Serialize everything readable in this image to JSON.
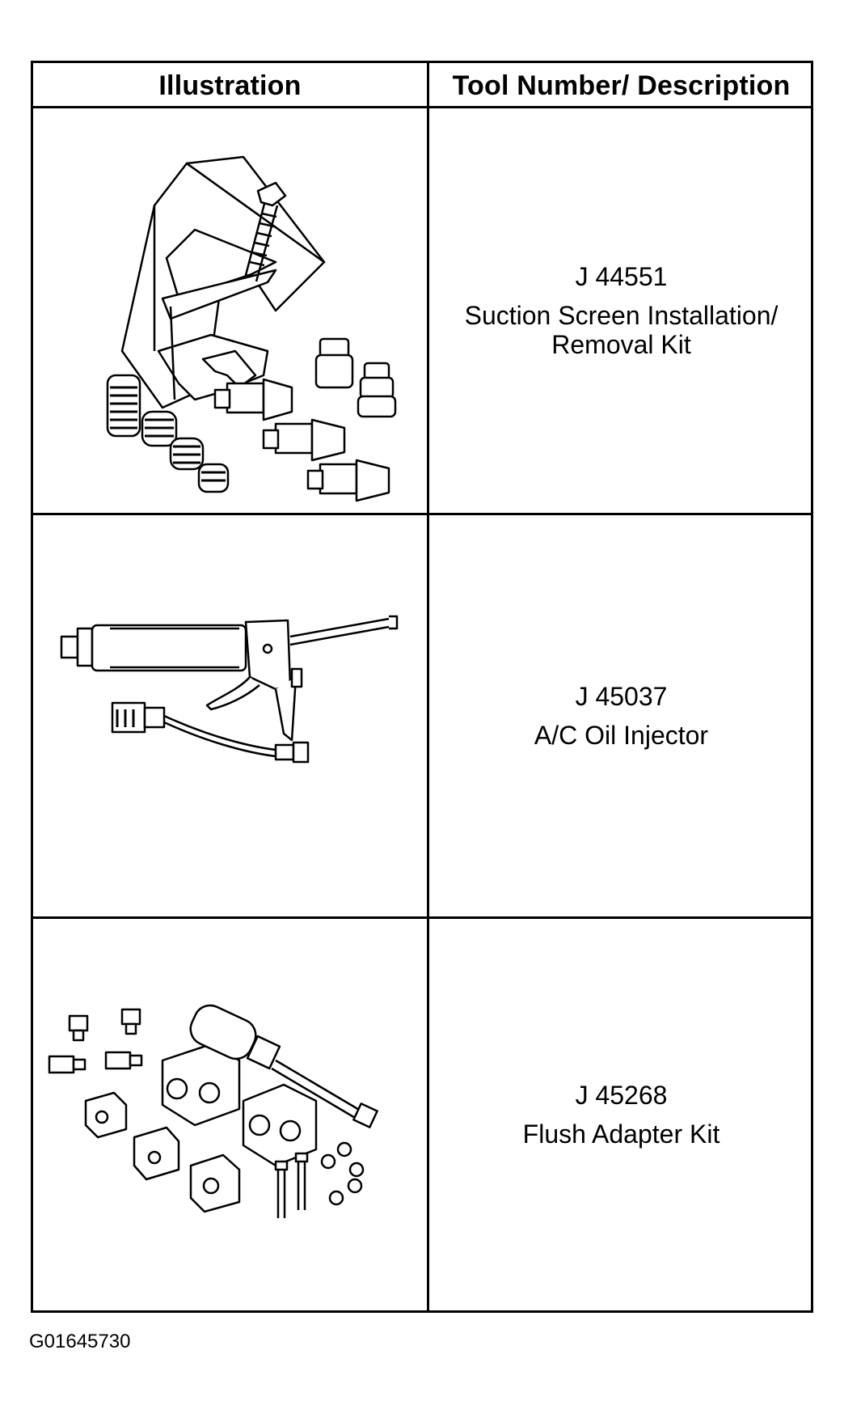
{
  "table": {
    "headers": {
      "illustration": "Illustration",
      "description": "Tool Number/ Description"
    },
    "rows": [
      {
        "tool_number": "J 44551",
        "description_lines": [
          "Suction Screen Installation/",
          "Removal Kit"
        ],
        "illustration_icon": "suction-screen-kit-icon"
      },
      {
        "tool_number": "J 45037",
        "description_lines": [
          "A/C Oil Injector"
        ],
        "illustration_icon": "oil-injector-icon"
      },
      {
        "tool_number": "J 45268",
        "description_lines": [
          "Flush Adapter Kit"
        ],
        "illustration_icon": "flush-adapter-kit-icon"
      }
    ]
  },
  "figure_code": "G01645730"
}
